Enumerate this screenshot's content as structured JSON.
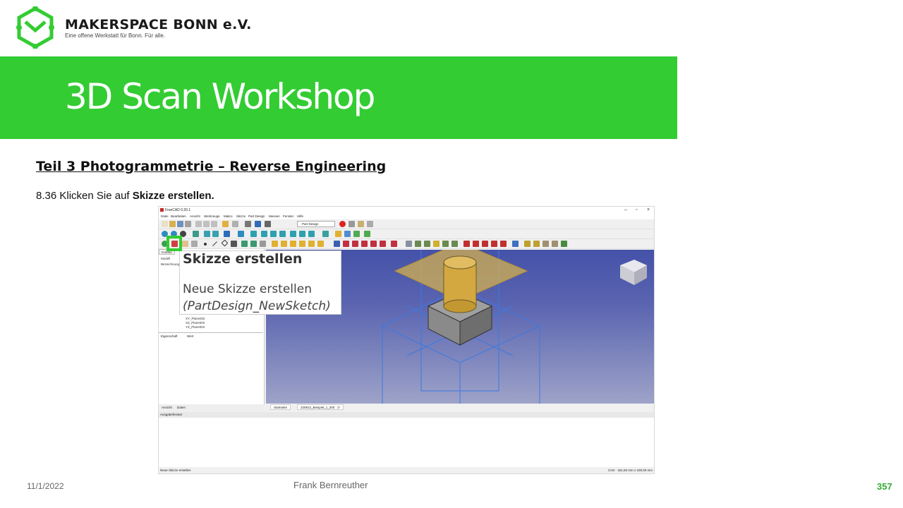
{
  "header": {
    "brand": "MAKERSPACE BONN e.V.",
    "tagline": "Eine offene Werkstatt für Bonn. Für alle.",
    "title": "3D Scan Workshop"
  },
  "content": {
    "subtitle": "Teil 3  Photogrammetrie  – Reverse Engineering",
    "step_prefix": "8.36 Klicken Sie auf ",
    "step_bold": "Skizze erstellen."
  },
  "freecad": {
    "window_title": "FreeCAD 0.20.1",
    "menu": [
      "Datei",
      "Bearbeiten",
      "Ansicht",
      "Werkzeuge",
      "Makro",
      "Skizze",
      "Part Design",
      "Messen",
      "Fenster",
      "Hilfe"
    ],
    "workbench": "Part Design",
    "combo_tab": "Combo",
    "tree_model": "Modell",
    "tree_header": "Bezeichnung",
    "tree_items": [
      "XY_Plane002",
      "XZ_Plane002",
      "YZ_Plane002"
    ],
    "props_col1": "Eigenschaft",
    "props_col2": "Wert",
    "bottom_tabs": [
      "Ansicht",
      "Daten"
    ],
    "doc_tabs": [
      "Startseite",
      "220912_Beispiel_1_200 : 1*"
    ],
    "output_title": "Ausgabefenster",
    "status_left": "Neue Skizze erstellen",
    "status_cad": "CAD",
    "status_dims": "151,93 mm x 100,00 mm"
  },
  "tooltip": {
    "title": "Skizze erstellen",
    "description": "Neue Skizze erstellen",
    "command": "(PartDesign_NewSketch)"
  },
  "footer": {
    "date": "11/1/2022",
    "author": "Frank Bernreuther",
    "page": "357"
  },
  "colors": {
    "accent_green": "#33cc33",
    "page_number": "#33aa33"
  }
}
